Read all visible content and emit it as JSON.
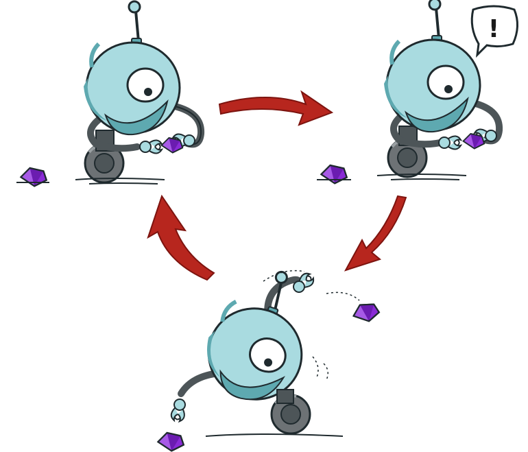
{
  "speech_bubble": {
    "text": "!"
  },
  "colors": {
    "robot_body": "#a9dbe0",
    "robot_body_shade": "#5ea9b0",
    "outline": "#1f2a2e",
    "wheel": "#6d7275",
    "arm_dark": "#4d5558",
    "crystal": "#8a2bd6",
    "crystal_dark": "#4d1382",
    "arrow": "#b7261e",
    "arrow_dark": "#7d140f",
    "background": "#ffffff"
  },
  "icons": {
    "robots": [
      "robot-holding-crystal",
      "robot-surprised",
      "robot-tossing-crystal"
    ],
    "crystal": "purple-crystal-icon",
    "arrows": [
      "arrow-right",
      "arrow-down-left",
      "arrow-up-left"
    ]
  }
}
